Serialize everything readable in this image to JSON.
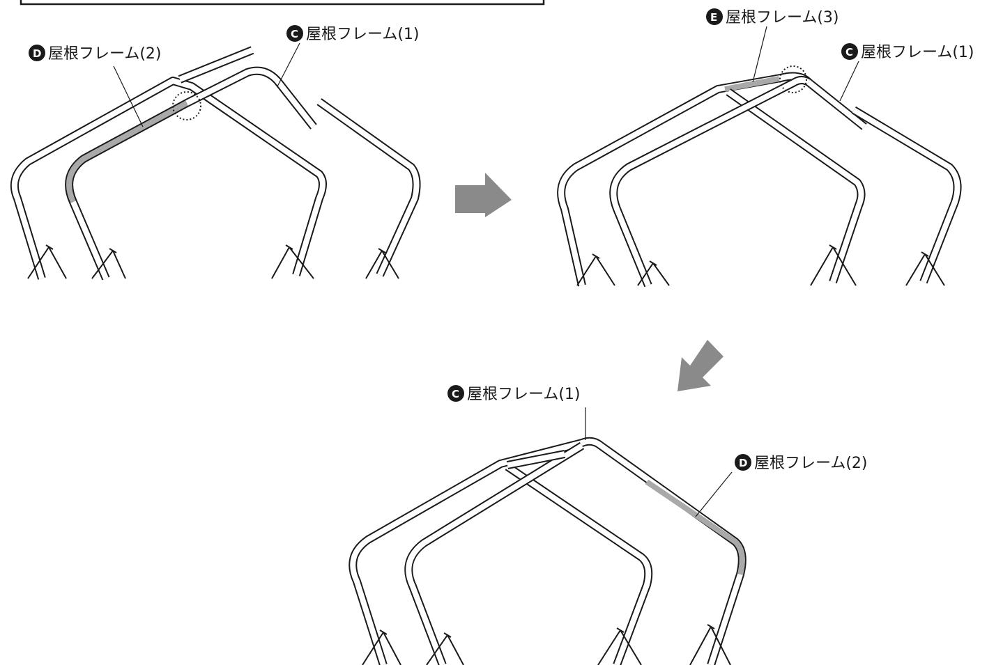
{
  "labels": {
    "d1": {
      "badge": "D",
      "text": "屋根フレーム(2)"
    },
    "c1": {
      "badge": "C",
      "text": "屋根フレーム(1)"
    },
    "e2": {
      "badge": "E",
      "text": "屋根フレーム(3)"
    },
    "c2": {
      "badge": "C",
      "text": "屋根フレーム(1)"
    },
    "c3": {
      "badge": "C",
      "text": "屋根フレーム(1)"
    },
    "d3": {
      "badge": "D",
      "text": "屋根フレーム(2)"
    }
  },
  "colors": {
    "line": "#1a1a1a",
    "highlight": "#a9a9a9",
    "arrow": "#8a8a8a",
    "background": "#ffffff"
  }
}
